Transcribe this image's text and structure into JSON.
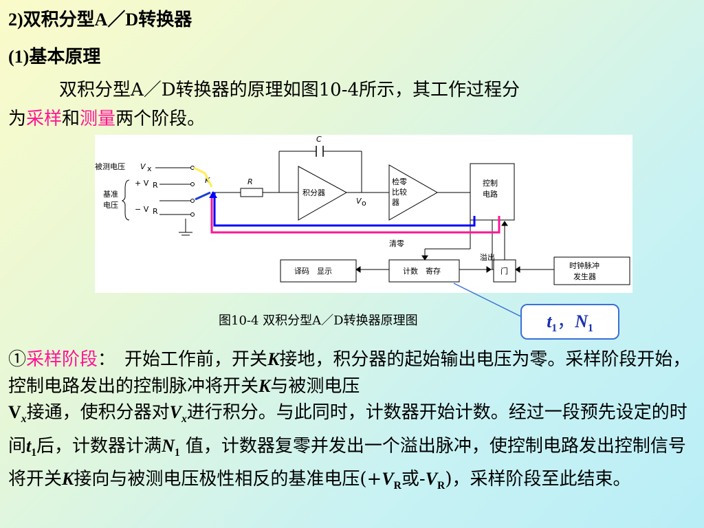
{
  "heading": "2)双积分型A／D转换器",
  "subheading": "(1)基本原理",
  "intro": {
    "part1": "双积分型A／D转换器的原理如图10-4所示，其工作过程分",
    "part2": "为",
    "sampling": "采样",
    "and": "和",
    "measuring": "测量",
    "part3": "两个阶段。"
  },
  "diagram": {
    "input_label": "被测电压",
    "vx": "V",
    "vx_sub": "x",
    "ref_label_1": "基准",
    "ref_label_2": "电压",
    "plus_vr": "+ V",
    "minus_vr": "− V",
    "vr_sub": "R",
    "switch_label": "K",
    "resistor_label": "R",
    "capacitor_label": "C",
    "integrator": "积分器",
    "vo": "V",
    "vo_sub": "o",
    "comparator_1": "检零",
    "comparator_2": "比较",
    "comparator_3": "器",
    "control_1": "控制",
    "control_2": "电路",
    "clear_label": "清零",
    "overflow_label": "溢出",
    "decode_display": "译码　显示",
    "counter": "计数　寄存",
    "gate": "门",
    "clock_1": "时钟脉冲",
    "clock_2": "发生器",
    "colors": {
      "blue_path": "#0000ff",
      "pink_path": "#ff1493",
      "diagram_line": "#000000"
    }
  },
  "caption": "图10-4  双积分型A／D转换器原理图",
  "callout": {
    "t": "t",
    "t_sub": "1",
    "sep": "，",
    "n": "N",
    "n_sub": "1"
  },
  "body": {
    "circle": "①",
    "sampling_phase": "采样阶段",
    "colon": "：",
    "text1": "　开始工作前，开关",
    "k": "K",
    "text2": "接地，积分器的起始输出电压为零。采样阶段开始，控制电路发出的控制脉冲将开关",
    "text3": "与被测电压",
    "v": "V",
    "x": "x",
    "text4": "接通，使积分器对",
    "text5": "进行积分。与此同时，计数器开始计数。经过一段预先设定的时间",
    "t": "t",
    "one": "1",
    "text6": "后，计数器计满",
    "n": "N",
    "text7": " 值，计数器复零并发出一个溢出脉冲，使控制电路发出控制信号将开关",
    "text8": "接向与被测电压极性相反的基准电压(+",
    "r": "R",
    "or": "或-",
    "text9": ")，采样阶段至此结束。"
  }
}
